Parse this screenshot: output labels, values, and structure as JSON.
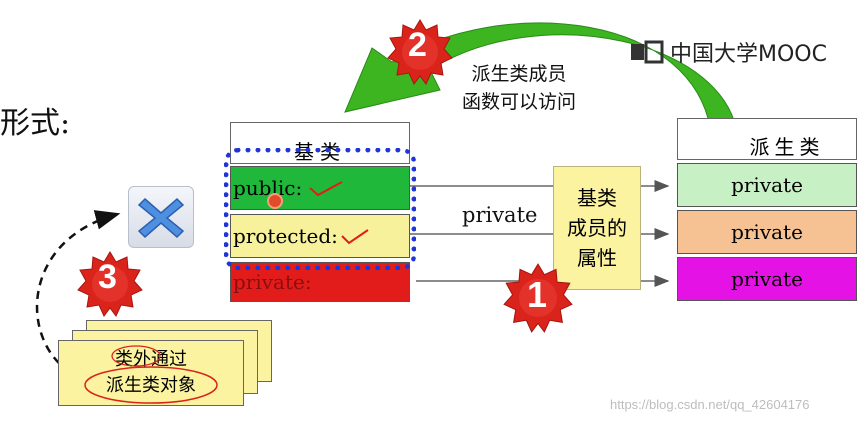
{
  "header": {
    "heading_fragment": "形式:",
    "logo_text": "中国大学MOOC"
  },
  "base_class": {
    "title": "基类",
    "members": [
      {
        "label": "public:",
        "color": "#1fb83a",
        "checked": true
      },
      {
        "label": "protected:",
        "color": "#f6f19a",
        "checked": true
      },
      {
        "label": "private:",
        "color": "#e21b1b",
        "checked": false
      }
    ]
  },
  "derived_class": {
    "title": "派生类",
    "members": [
      {
        "label": "private",
        "color": "#c7f0c4"
      },
      {
        "label": "private",
        "color": "#f6c293"
      },
      {
        "label": "private",
        "color": "#e412e4"
      }
    ]
  },
  "inheritance_label": "private",
  "attribute_note": "基类\n成员的\n属性",
  "callout_2": {
    "number": "2",
    "text": "派生类成员\n函数可以访问"
  },
  "callout_1": {
    "number": "1"
  },
  "callout_3": {
    "number": "3",
    "note": "类外通过\n派生类对象"
  },
  "watermark": "https://blog.csdn.net/qq_42604176",
  "colors": {
    "badge_red": "#d9231b",
    "arrow_green": "#3cb521",
    "highlight_blue": "#2035d8",
    "note_yellow": "#fbf3a0"
  }
}
